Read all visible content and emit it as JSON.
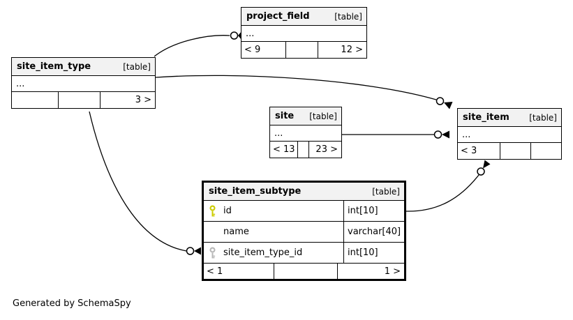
{
  "footer_note": "Generated by SchemaSpy",
  "colors": {
    "header_bg": "#f2f2f2",
    "primary_key": "#cccc00",
    "foreign_key": "#b8b8b8",
    "wire": "#000000"
  },
  "tables": {
    "project_field": {
      "name": "project_field",
      "tag": "[table]",
      "summary": "...",
      "footer": [
        "< 9",
        "",
        "12 >"
      ]
    },
    "site_item_type": {
      "name": "site_item_type",
      "tag": "[table]",
      "summary": "...",
      "footer": [
        "",
        "",
        "3 >"
      ]
    },
    "site": {
      "name": "site",
      "tag": "[table]",
      "summary": "...",
      "footer": [
        "< 13",
        "",
        "23 >"
      ]
    },
    "site_item": {
      "name": "site_item",
      "tag": "[table]",
      "summary": "...",
      "footer": [
        "< 3",
        "",
        ""
      ]
    },
    "site_item_subtype": {
      "name": "site_item_subtype",
      "tag": "[table]",
      "columns": [
        {
          "key": "primary",
          "name": "id",
          "type": "int[10]"
        },
        {
          "key": "none",
          "name": "name",
          "type": "varchar[40]"
        },
        {
          "key": "foreign",
          "name": "site_item_type_id",
          "type": "int[10]"
        }
      ],
      "footer": [
        "< 1",
        "",
        "1 >"
      ]
    }
  },
  "relationships": [
    {
      "from": "site_item_type",
      "to": "project_field"
    },
    {
      "from": "site_item_type",
      "to": "site_item"
    },
    {
      "from": "site",
      "to": "site_item"
    },
    {
      "from": "site_item_subtype",
      "to": "site_item"
    },
    {
      "from": "site_item_type",
      "to": "site_item_subtype"
    }
  ]
}
